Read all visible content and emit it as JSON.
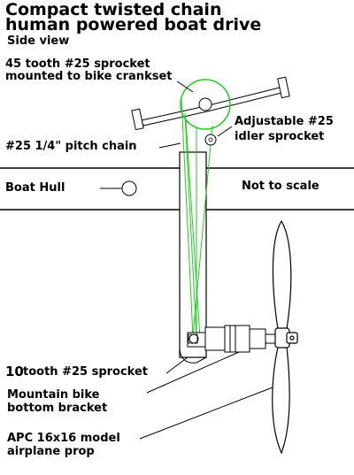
{
  "title": {
    "line1": "Compact twisted chain",
    "line2": "human powered boat drive",
    "subtitle": "Side view"
  },
  "labels": {
    "crank_sprocket_line1": "45 tooth #25 sprocket",
    "crank_sprocket_line2": "mounted to bike crankset",
    "idler_line1": "Adjustable #25",
    "idler_line2": "idler sprocket",
    "chain": "#25 1/4\" pitch chain",
    "boat_hull": "Boat Hull",
    "scale_note": "Not to scale",
    "small_sprocket_num": "10",
    "small_sprocket_rest": "tooth #25 sprocket",
    "bracket_line1": "Mountain bike",
    "bracket_line2": "bottom bracket",
    "prop_line1": "APC 16x16 model",
    "prop_line2": "airplane prop"
  },
  "colors": {
    "chain": "#22cc22",
    "line": "#000000",
    "background": "#ffffff"
  }
}
